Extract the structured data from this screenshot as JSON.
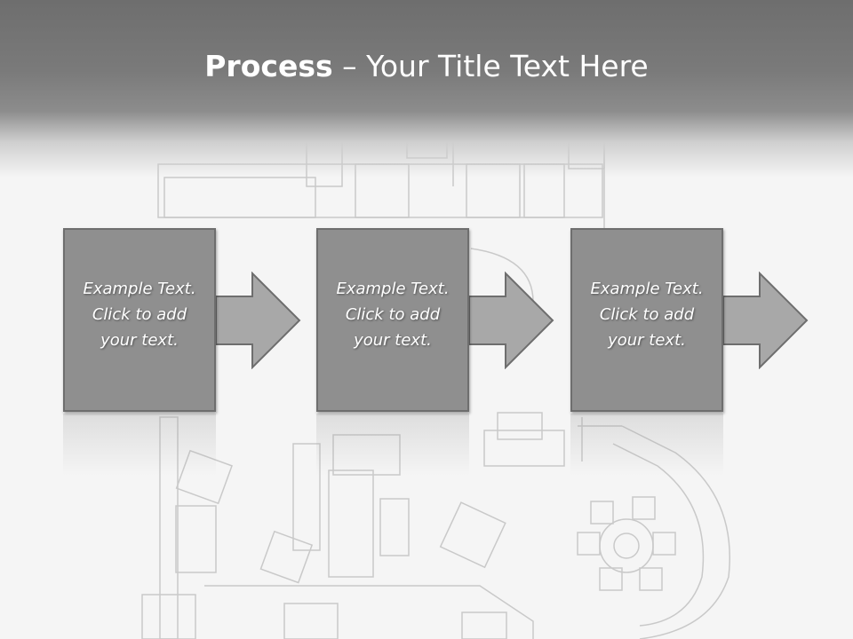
{
  "title": {
    "bold": "Process",
    "rest": " – Your Title Text Here"
  },
  "steps": [
    {
      "line1": "Example Text.",
      "line2": "Click  to add",
      "line3": "your text."
    },
    {
      "line1": "Example Text.",
      "line2": "Click  to add",
      "line3": "your text."
    },
    {
      "line1": "Example Text.",
      "line2": "Click  to add",
      "line3": "your text."
    }
  ],
  "colors": {
    "box_fill": "#8f8f8f",
    "box_border": "#6e6e6e",
    "arrow_fill": "#a8a8a8",
    "title_band": "#6e6e6e",
    "text": "#ffffff"
  }
}
